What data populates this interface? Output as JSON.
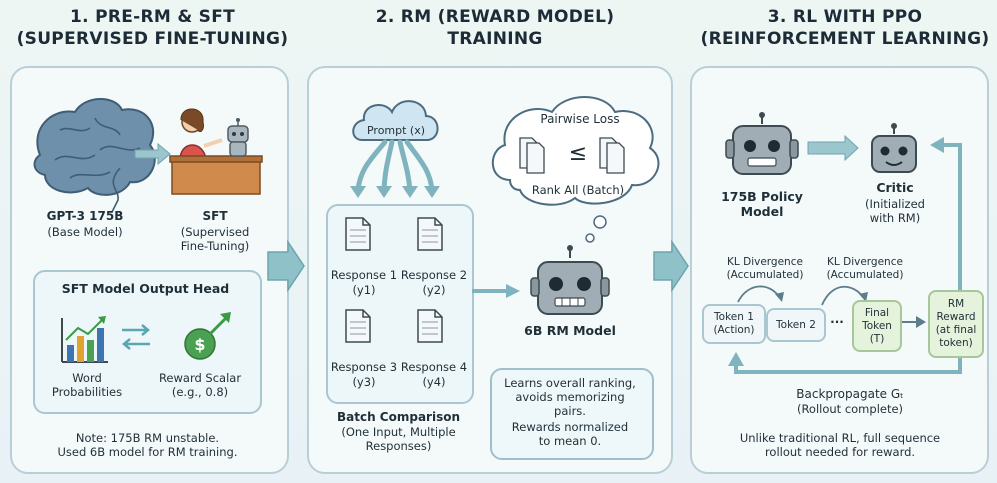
{
  "titles": {
    "stage1": [
      "1. PRE-RM & SFT",
      "(SUPERVISED FINE-TUNING)"
    ],
    "stage2": [
      "2. RM (REWARD MODEL)",
      "TRAINING"
    ],
    "stage3": [
      "3. RL WITH PPO",
      "(REINFORCEMENT LEARNING)"
    ]
  },
  "stage1": {
    "base_model": "GPT-3 175B",
    "base_model_sub": "(Base Model)",
    "sft": "SFT",
    "sft_sub": [
      "(Supervised",
      "Fine-Tuning)"
    ],
    "head_title": "SFT Model Output Head",
    "word_prob": [
      "Word",
      "Probabilities"
    ],
    "reward_scalar": "Reward Scalar",
    "reward_example": "(e.g., 0.8)",
    "note": [
      "Note: 175B RM unstable.",
      "Used 6B model for RM training."
    ]
  },
  "stage2": {
    "prompt": "Prompt (x)",
    "responses": [
      {
        "label": "Response 1",
        "id": "(y1)"
      },
      {
        "label": "Response 2",
        "id": "(y2)"
      },
      {
        "label": "Response 3",
        "id": "(y3)"
      },
      {
        "label": "Response 4",
        "id": "(y4)"
      }
    ],
    "batch": [
      "Batch Comparison",
      "(One Input, Multiple",
      "Responses)"
    ],
    "pairwise_loss": "Pairwise Loss",
    "leq": "≤",
    "rank_all": "Rank All (Batch)",
    "rm_model": "6B RM Model",
    "note": [
      "Learns overall ranking,",
      "avoids memorizing",
      "pairs.",
      "Rewards normalized",
      "to mean 0."
    ]
  },
  "stage3": {
    "policy": [
      "175B Policy",
      "Model"
    ],
    "critic": "Critic",
    "critic_sub": [
      "(Initialized",
      "with RM)"
    ],
    "kl1": [
      "KL Divergence",
      "(Accumulated)"
    ],
    "kl2": [
      "KL Divergence",
      "(Accumulated)"
    ],
    "token1": [
      "Token 1",
      "(Action)"
    ],
    "token2": "Token 2",
    "ellipsis": "···",
    "final_token": [
      "Final",
      "Token",
      "(T)"
    ],
    "rm_reward": [
      "RM",
      "Reward",
      "(at final",
      "token)"
    ],
    "backprop": "Backpropagate Gₜ",
    "rollout": "(Rollout complete)",
    "note": [
      "Unlike traditional RL, full sequence",
      "rollout needed for reward."
    ]
  },
  "colors": {
    "arrow": "#7fb3bd",
    "panel_border": "#b9cfd8",
    "robot": "#8a9aa2",
    "brain": "#5d7f9a",
    "money": "#3f9a4a"
  }
}
